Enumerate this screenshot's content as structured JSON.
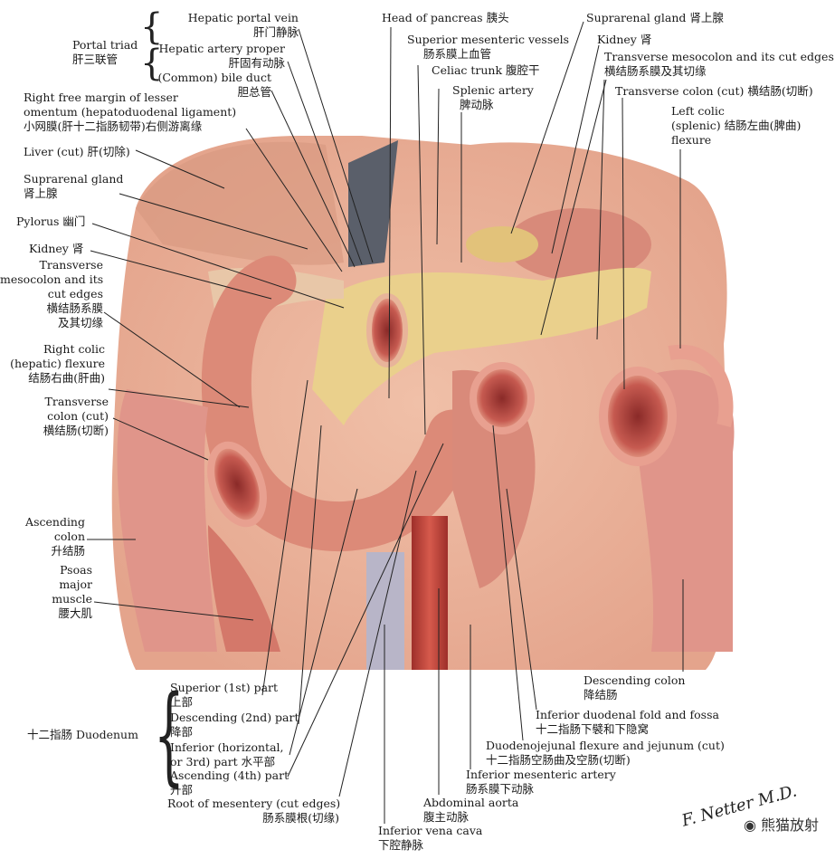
{
  "labels": {
    "portal_triad_en": "Portal triad",
    "portal_triad_zh": "肝三联管",
    "hepatic_portal_vein_en": "Hepatic portal vein",
    "hepatic_portal_vein_zh": "肝门静脉",
    "hepatic_artery_en": "Hepatic artery proper",
    "hepatic_artery_zh": "肝固有动脉",
    "bile_duct_en": "(Common) bile duct",
    "bile_duct_zh": "胆总管",
    "lesser_omentum_en1": "Right free margin of lesser",
    "lesser_omentum_en2": "omentum (hepatoduodenal ligament)",
    "lesser_omentum_zh": "小网膜(肝十二指肠韧带)右侧游离缘",
    "liver_cut": "Liver (cut) 肝(切除)",
    "suprarenal_left_en": "Suprarenal gland",
    "suprarenal_left_zh": "肾上腺",
    "pylorus": "Pylorus 幽门",
    "kidney_left": "Kidney 肾",
    "tm_left_en1": "Transverse",
    "tm_left_en2": "mesocolon and its",
    "tm_left_en3": "cut edges",
    "tm_left_zh1": "横结肠系膜",
    "tm_left_zh2": "及其切缘",
    "right_colic_en1": "Right colic",
    "right_colic_en2": "(hepatic) flexure",
    "right_colic_zh": "结肠右曲(肝曲)",
    "tc_left_en1": "Transverse",
    "tc_left_en2": "colon (cut)",
    "tc_left_zh": "横结肠(切断)",
    "ascending_en1": "Ascending",
    "ascending_en2": "colon",
    "ascending_zh": "升结肠",
    "psoas_en1": "Psoas",
    "psoas_en2": "major",
    "psoas_en3": "muscle",
    "psoas_zh": "腰大肌",
    "head_pancreas": "Head of pancreas 胰头",
    "sup_mes_en": "Superior mesenteric vessels",
    "sup_mes_zh": "肠系膜上血管",
    "celiac": "Celiac trunk 腹腔干",
    "splenic_en": "Splenic artery",
    "splenic_zh": "脾动脉",
    "suprarenal_right": "Suprarenal gland 肾上腺",
    "kidney_right": "Kidney 肾",
    "tm_right_en": "Transverse mesocolon and its cut edges",
    "tm_right_zh": "横结肠系膜及其切缘",
    "tc_right": "Transverse colon (cut) 横结肠(切断)",
    "left_colic_en1": "Left colic",
    "left_colic_en2": "(splenic) 结肠左曲(脾曲)",
    "left_colic_en3": "flexure",
    "descending_en": "Descending colon",
    "descending_zh": "降结肠",
    "inf_duod_en": "Inferior duodenal fold and fossa",
    "inf_duod_zh": "十二指肠下襞和下隐窝",
    "duod_jej_en": "Duodenojejunal flexure and jejunum (cut)",
    "duod_jej_zh": "十二指肠空肠曲及空肠(切断)",
    "inf_mes_en": "Inferior mesenteric artery",
    "inf_mes_zh": "肠系膜下动脉",
    "aorta_en": "Abdominal aorta",
    "aorta_zh": "腹主动脉",
    "ivc_en": "Inferior vena cava",
    "ivc_zh": "下腔静脉",
    "root_mes_en": "Root of mesentery (cut edges)",
    "root_mes_zh": "肠系膜根(切缘)",
    "duodenum": "十二指肠 Duodenum",
    "sup_part_en": "Superior (1st) part",
    "sup_part_zh": "上部",
    "desc_part_en": "Descending (2nd) part",
    "desc_part_zh": "降部",
    "inf_part_en1": "Inferior (horizontal,",
    "inf_part_en2": "or 3rd) part 水平部",
    "asc_part_en": "Ascending (4th) part",
    "asc_part_zh": "升部",
    "signature": "F. Netter M.D.",
    "watermark": "熊猫放射"
  },
  "colors": {
    "tissue": "#e8b49a",
    "bowel": "#d98a7a",
    "lumen": "#c0504a",
    "fat": "#e9d38a",
    "aorta": "#c8453c",
    "ivc": "#9aa7c8",
    "leader": "#222222"
  }
}
